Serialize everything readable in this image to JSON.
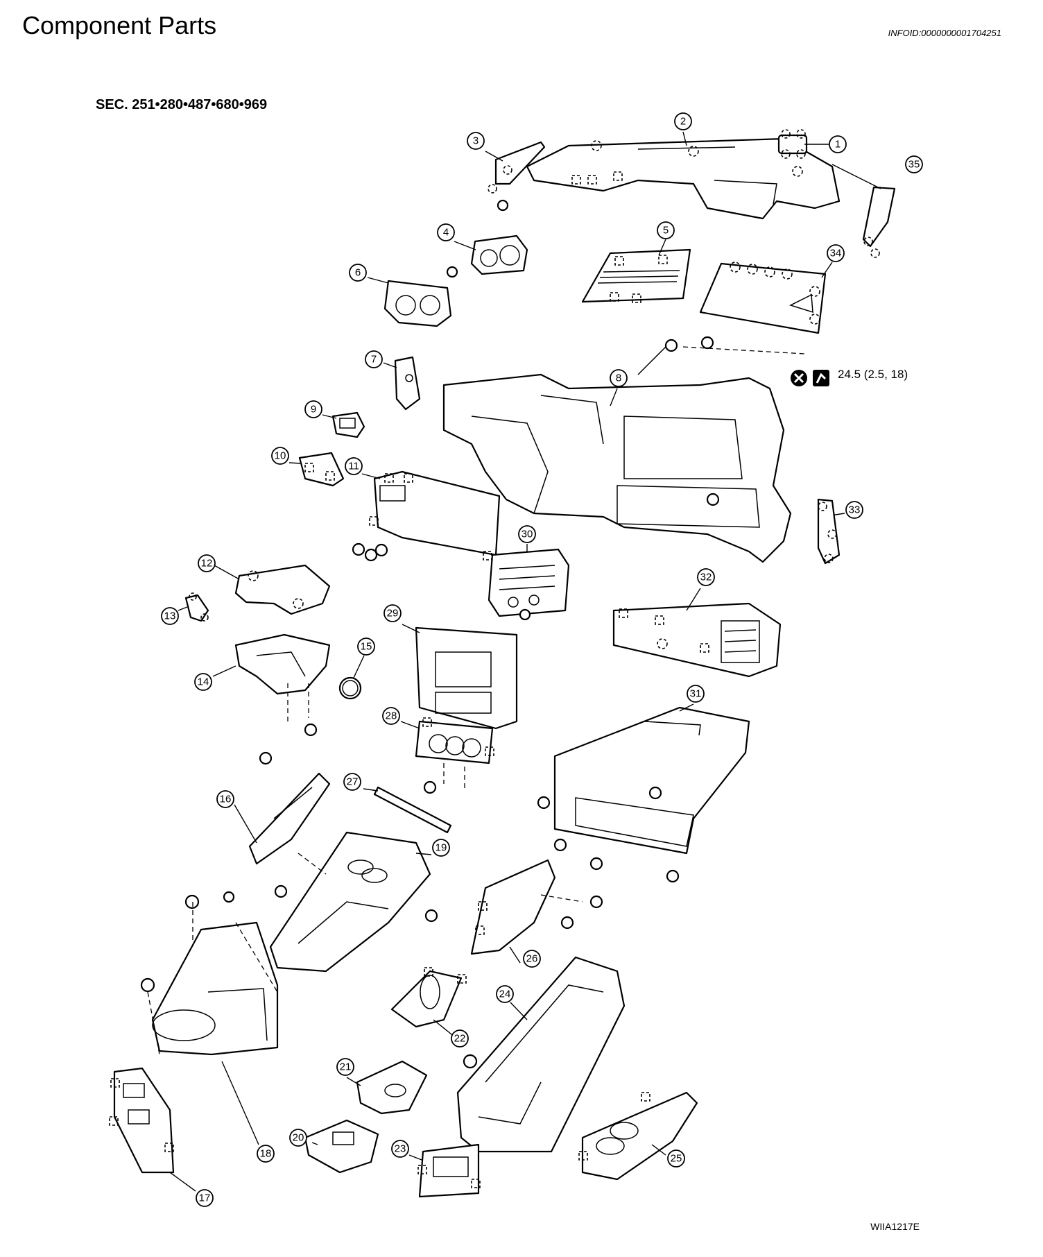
{
  "header": {
    "title": "Component Parts",
    "info_id": "INFOID:0000000001704251"
  },
  "section_label": "SEC. 251•280•487•680•969",
  "torque_spec": "24.5 (2.5, 18)",
  "figure_code": "WIIA1217E",
  "callouts": [
    "1",
    "2",
    "3",
    "4",
    "5",
    "6",
    "7",
    "8",
    "9",
    "10",
    "11",
    "12",
    "13",
    "14",
    "15",
    "16",
    "17",
    "18",
    "19",
    "20",
    "21",
    "22",
    "23",
    "24",
    "25",
    "26",
    "27",
    "28",
    "29",
    "30",
    "31",
    "32",
    "33",
    "34",
    "35"
  ],
  "icons": [
    "do-not-reuse-icon",
    "torque-wrench-icon"
  ]
}
